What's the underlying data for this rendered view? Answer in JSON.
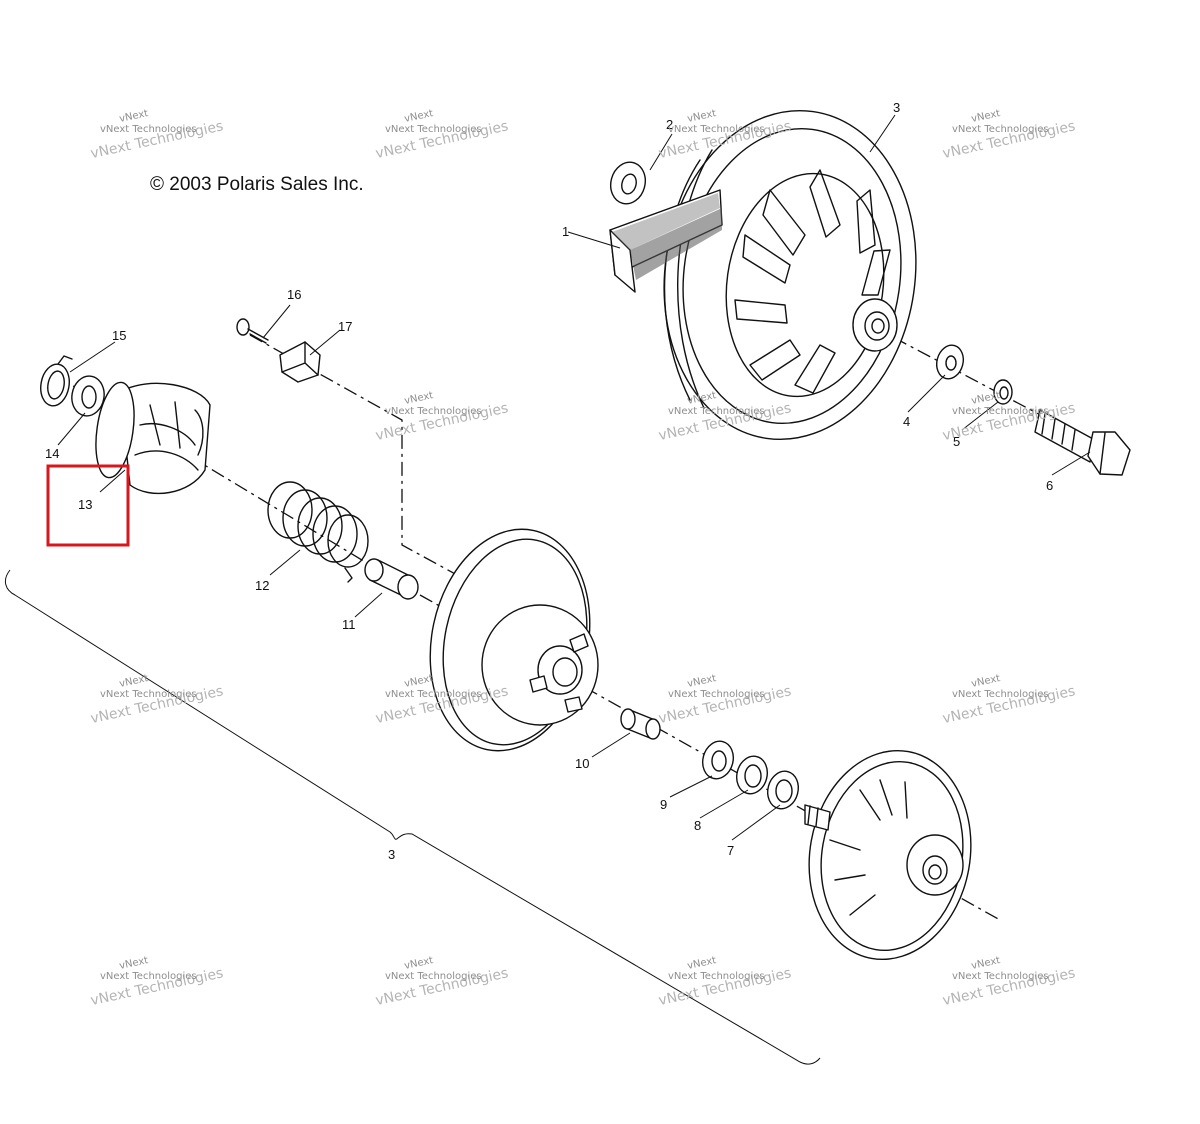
{
  "copyright": "© 2003 Polaris Sales Inc.",
  "callouts": [
    "1",
    "2",
    "3",
    "4",
    "5",
    "6",
    "7",
    "8",
    "9",
    "10",
    "11",
    "12",
    "13",
    "14",
    "15",
    "16",
    "17",
    "3"
  ],
  "watermark": {
    "brand": "vNext",
    "company": "vNext Technologies"
  },
  "highlight": {
    "target": "13",
    "color": "#d9161c"
  }
}
